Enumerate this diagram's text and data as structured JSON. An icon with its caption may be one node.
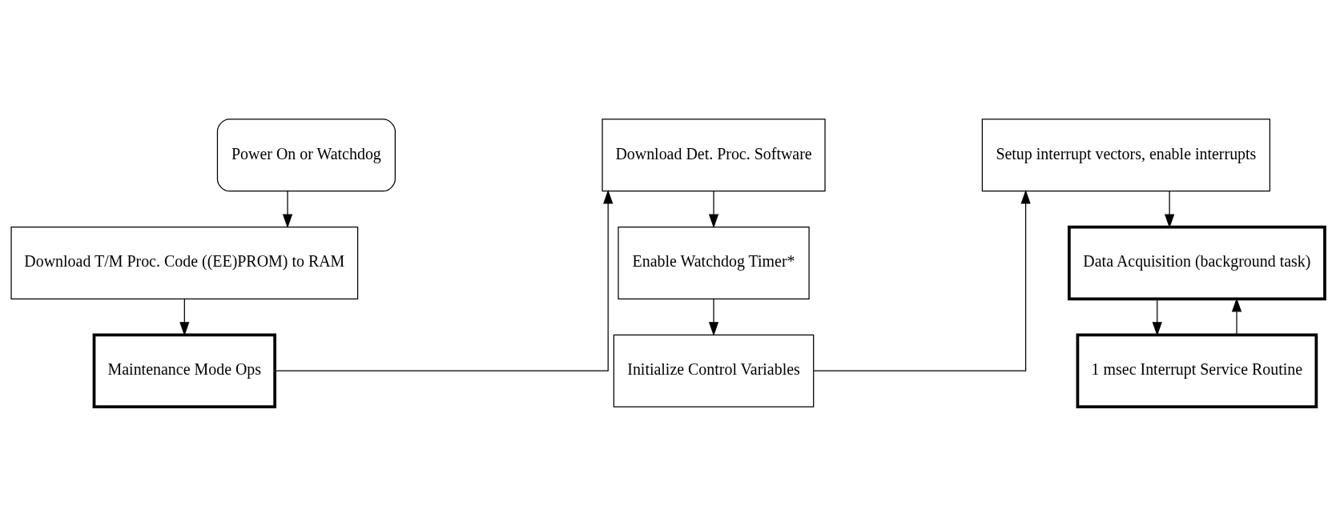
{
  "diagram": {
    "nodes": [
      {
        "text": [
          "Power On or Watchdog"
        ]
      },
      {
        "text": [
          "Download T/M Proc. Code ((EE)PROM) to RAM"
        ]
      },
      {
        "text": [
          "Maintenance Mode Ops"
        ]
      },
      {
        "text": [
          "Download Det. Proc. Software"
        ]
      },
      {
        "text": [
          "Enable Watchdog Timer*"
        ]
      },
      {
        "text": [
          "Initialize Control Variables"
        ]
      },
      {
        "text": [
          "Setup interrupt vectors, enable interrupts"
        ]
      },
      {
        "text": [
          "Data Acquisition (background task)"
        ]
      },
      {
        "text": [
          "1 msec Interrupt Service Routine"
        ]
      }
    ],
    "edges": [
      {
        "from": 0,
        "to": 1,
        "arrow": "to"
      },
      {
        "from": 1,
        "to": 2,
        "arrow": "to"
      },
      {
        "from": 2,
        "to": 3,
        "arrow": "to"
      },
      {
        "from": 3,
        "to": 4,
        "arrow": "to"
      },
      {
        "from": 4,
        "to": 5,
        "arrow": "to"
      },
      {
        "from": 5,
        "to": 6,
        "arrow": "to"
      },
      {
        "from": 6,
        "to": 7,
        "arrow": "to"
      },
      {
        "from": 7,
        "to": 8,
        "arrow": "to"
      },
      {
        "from": 8,
        "to": 7,
        "arrow": "to"
      }
    ]
  }
}
